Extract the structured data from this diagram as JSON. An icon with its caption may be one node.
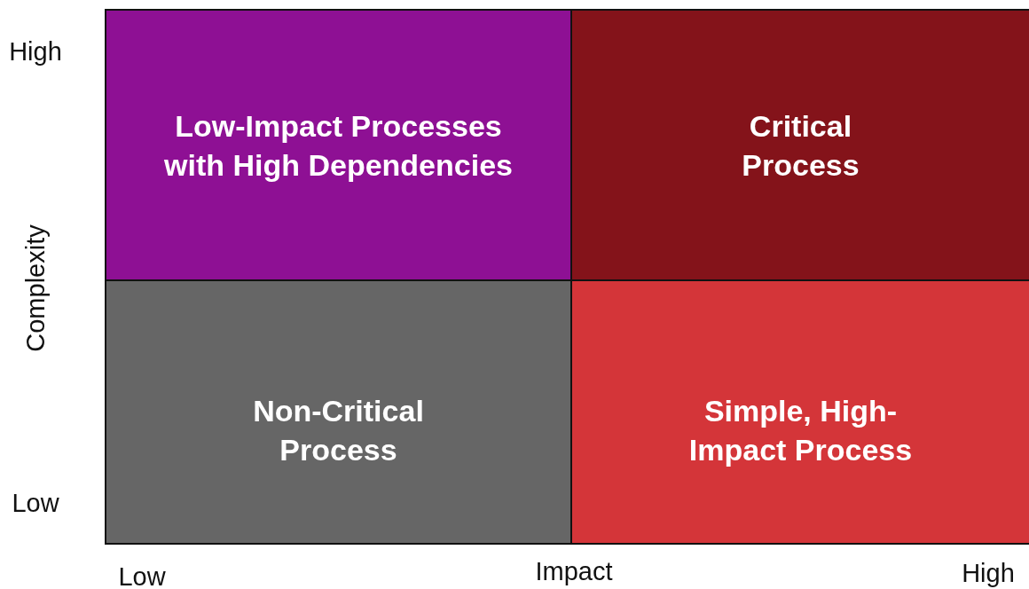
{
  "diagram": {
    "nodes": [
      {
        "text": [
          "Low-Impact Processes with High Dependencies"
        ]
      },
      {
        "text": [
          "Critical Process"
        ]
      },
      {
        "text": [
          "Non-Critical Process"
        ]
      },
      {
        "text": [
          "Simple, High-Impact Process"
        ]
      }
    ],
    "labels": [
      "High",
      "Complexity",
      "Low",
      "Low",
      "Impact",
      "High"
    ]
  }
}
